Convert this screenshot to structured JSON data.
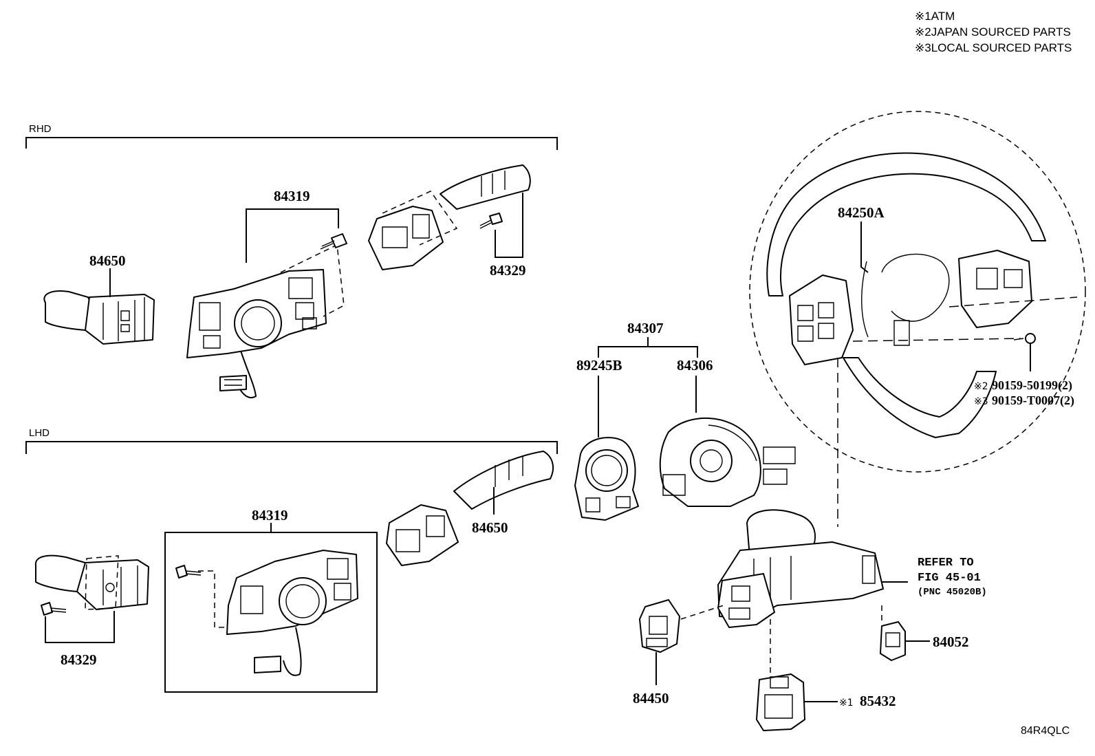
{
  "legend": [
    {
      "mark": "※1",
      "text": "ATM"
    },
    {
      "mark": "※2",
      "text": "JAPAN SOURCED PARTS"
    },
    {
      "mark": "※3",
      "text": "LOCAL SOURCED PARTS"
    }
  ],
  "groups": {
    "rhd": "RHD",
    "lhd": "LHD"
  },
  "parts": {
    "rhd_84319": "84319",
    "rhd_84650": "84650",
    "rhd_84329": "84329",
    "lhd_84319": "84319",
    "lhd_84650": "84650",
    "lhd_84329": "84329",
    "p84307": "84307",
    "p89245B": "89245B",
    "p84306": "84306",
    "p84250A": "84250A",
    "p84450": "84450",
    "p84052": "84052",
    "p85432": "85432",
    "p85432_mark": "※1",
    "screw_jp_mark": "※2",
    "screw_jp": "90159-50199(2)",
    "screw_local_mark": "※3",
    "screw_local": "90159-T0007(2)"
  },
  "reference": {
    "line1": "REFER TO",
    "line2": "FIG 45-01",
    "line3": "(PNC 45020B)"
  },
  "diagram_code": "84R4QLC"
}
